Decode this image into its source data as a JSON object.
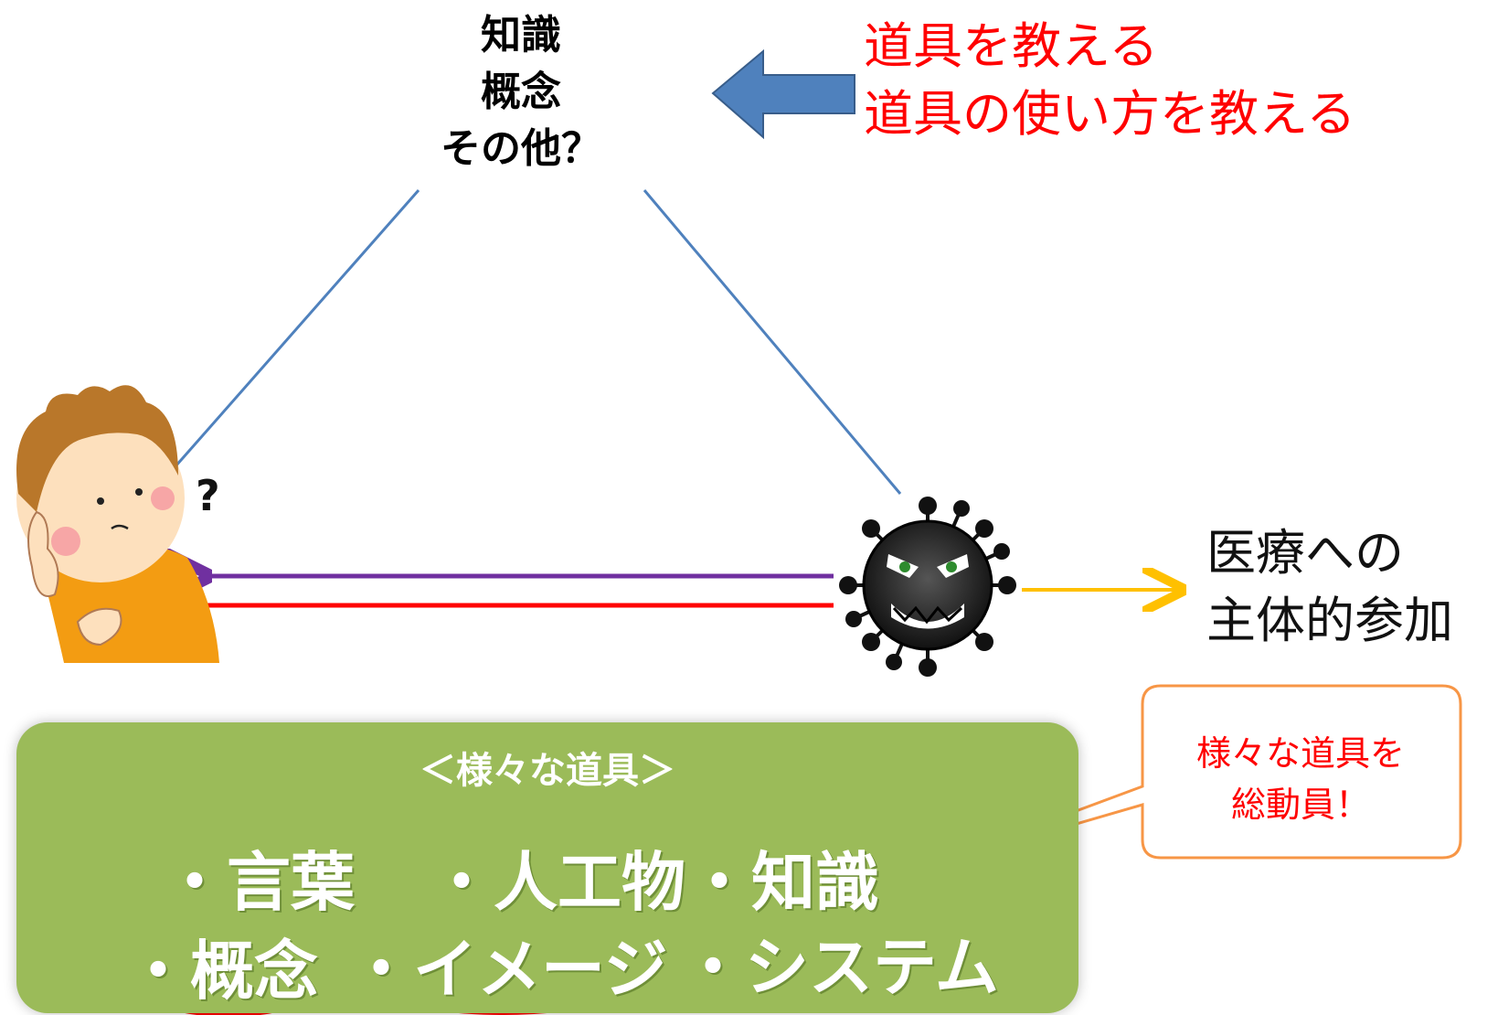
{
  "apex": {
    "line1": "知識",
    "line2": "概念",
    "line3": "その他？"
  },
  "teaching": {
    "line1": "道具を教える",
    "line2": "道具の使い方を教える"
  },
  "outcome": {
    "line1": "医療への",
    "line2": "主体的参加"
  },
  "child": {
    "question_mark": "?"
  },
  "tools": {
    "heading": "＜様々な道具＞",
    "row1": [
      "・言葉",
      "・人工物",
      "・知識"
    ],
    "row2": [
      "・概念",
      "・イメージ",
      "・システム"
    ]
  },
  "callout": {
    "line1": "様々な道具を",
    "line2": "総動員！"
  },
  "colors": {
    "triangle_line": "#4f81bd",
    "big_arrow": "#4f81bd",
    "purple_arrow": "#7030a0",
    "red_line": "#ff0000",
    "gold_arrow": "#ffc000",
    "tools_box": "#9bbb59",
    "callout_border": "#f79646"
  }
}
